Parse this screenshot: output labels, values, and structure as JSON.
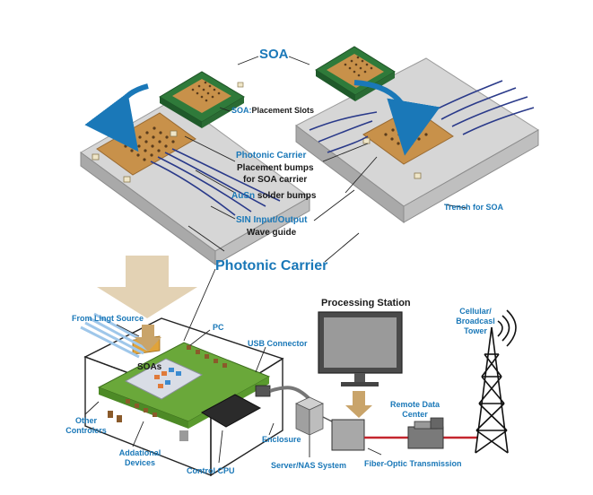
{
  "labels": {
    "soa_title": "SOA",
    "soa_slots_prefix": "SOA:",
    "soa_slots_suffix": "Placement Slots",
    "photonic_carrier_small": "Photonic Carrier",
    "placement_bumps_line1": "Placement bumps",
    "placement_bumps_line2": "for SOA carrier",
    "ausn_prefix": "AuSn",
    "ausn_suffix": " solder bumps",
    "sin_line1": "SIN Input/Output",
    "sin_line2": "Wave guide",
    "trench": "Trench for SOA",
    "photonic_carrier_big": "Photonic Carrier",
    "processing_station": "Processing Station",
    "from_light_source": "From Lingt Source",
    "pc": "PC",
    "usb_connector": "USB Connector",
    "soas_chip": "SOAs",
    "cellular_line1": "Cellular/",
    "cellular_line2": "Broadcasl",
    "cellular_line3": "Tower",
    "other_line1": "Other",
    "other_line2": "Controlers",
    "additional_line1": "Addational",
    "additional_line2": "Devices",
    "enclosure": "Enclosure",
    "remote_line1": "Remote Data",
    "remote_line2": "Center",
    "control_cpu": "Control CPU",
    "server_nas": "Server/NAS System",
    "fiber_optic": "Fiber-Optic Transmission"
  },
  "colors": {
    "accent_blue": "#1a78b8",
    "pcb_green": "#6aa83a",
    "copper_pad": "#c8914a",
    "carrier_gray": "#c9c9c9",
    "arrow_tan": "#e3d2b4",
    "fiber_red": "#c4262e"
  }
}
